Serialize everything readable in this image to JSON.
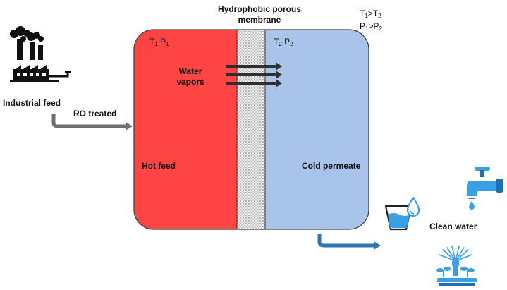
{
  "labels": {
    "membrane_line1": "Hydrophobic porous",
    "membrane_line2": "membrane",
    "industrial_feed": "Industrial feed",
    "ro_treated": "RO treated",
    "water_vapors_line1": "Water",
    "water_vapors_line2": "vapors",
    "hot_feed": "Hot feed",
    "cold_permeate": "Cold permeate",
    "clean_water": "Clean water"
  },
  "conditions": {
    "feed_side": {
      "t": "T",
      "t_sub": "1",
      "sep": ",",
      "p": "P",
      "p_sub": "1"
    },
    "permeate_side": {
      "t": "T",
      "t_sub": "2",
      "sep": ",",
      "p": "P",
      "p_sub": "2"
    },
    "relation_t": {
      "a": "T",
      "a_sub": "1",
      "op": ">",
      "b": "T",
      "b_sub": "2"
    },
    "relation_p": {
      "a": "P",
      "a_sub": "1",
      "op": ">",
      "b": "P",
      "b_sub": "2"
    }
  },
  "colors": {
    "hot_feed": "#ff4444",
    "cold_permeate": "#a9c4ea",
    "membrane": "#e2e2e2",
    "outline": "#3a3a3a",
    "vapor_arrow": "#2f2f2f",
    "feed_pipe": "#6f6f6f",
    "outlet_pipe": "#2e75b6",
    "icon_blue": "#3aa0e6",
    "icon_dark": "#111111"
  },
  "icons": [
    "factory-icon",
    "water-glass-icon",
    "water-tap-icon",
    "sprinkler-plants-icon"
  ]
}
